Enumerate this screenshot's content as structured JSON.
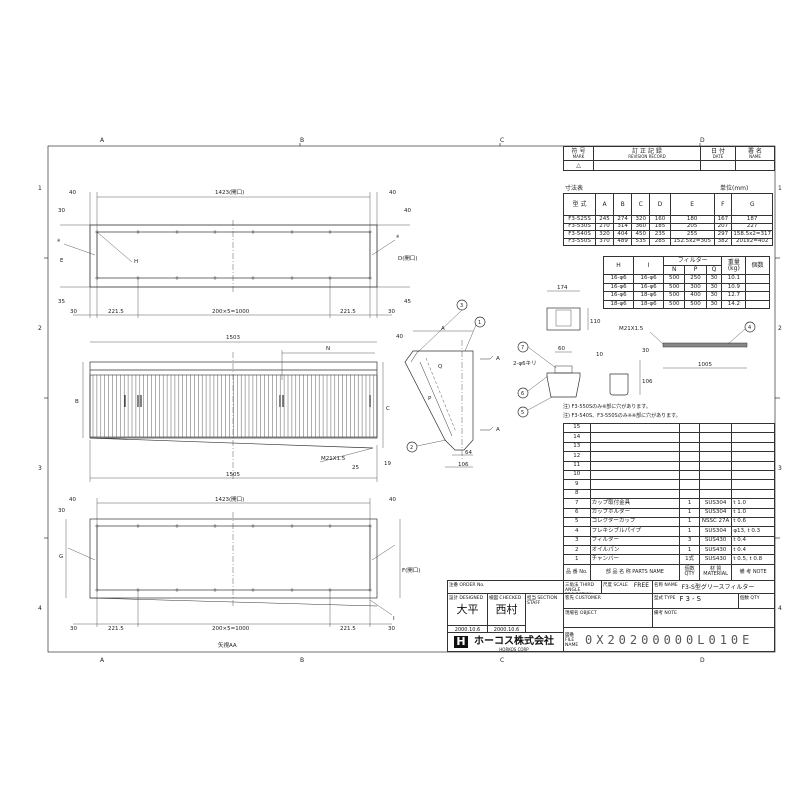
{
  "border": {
    "cols": [
      "A",
      "B",
      "C",
      "D"
    ],
    "rows": [
      "1",
      "2",
      "3",
      "4"
    ]
  },
  "revision": {
    "mark": "符 号",
    "mark_en": "MARK",
    "record": "訂 正 記 録",
    "record_en": "REVISION RECORD",
    "date": "日 付",
    "date_en": "DATE",
    "name": "署 名",
    "name_en": "NAME"
  },
  "dim_table": {
    "title": "寸法表",
    "unit": "単位(mm)",
    "headers": [
      "型 式",
      "A",
      "B",
      "C",
      "D",
      "E",
      "F",
      "G"
    ],
    "rows": [
      [
        "F3-525S",
        "245",
        "274",
        "320",
        "160",
        "180",
        "167",
        "187"
      ],
      [
        "F3-530S",
        "270",
        "314",
        "360",
        "185",
        "205",
        "207",
        "227"
      ],
      [
        "F3-540S",
        "320",
        "404",
        "450",
        "235",
        "255",
        "297",
        "158.5x2=317"
      ],
      [
        "F3-550S",
        "370",
        "489",
        "535",
        "285",
        "152.5x2=305",
        "382",
        "201x2=402"
      ]
    ]
  },
  "filter_table": {
    "h": "H",
    "i": "I",
    "filter": "フィルター",
    "n": "N",
    "p": "P",
    "q": "Q",
    "weight": "重量",
    "weight_unit": "(kg)",
    "count": "個数",
    "rows": [
      [
        "16-φ6",
        "16-φ6",
        "500",
        "250",
        "30",
        "10.1",
        ""
      ],
      [
        "16-φ6",
        "16-φ6",
        "500",
        "300",
        "30",
        "10.9",
        ""
      ],
      [
        "16-φ6",
        "18-φ6",
        "500",
        "400",
        "30",
        "12.7",
        ""
      ],
      [
        "18-φ6",
        "18-φ6",
        "500",
        "500",
        "30",
        "14.2",
        ""
      ]
    ]
  },
  "notes": [
    "注) F3-550Sのみ※部に穴があります。",
    "注) F3-540S、F3-550Sのみ※※部に穴があります。"
  ],
  "parts": {
    "rows": [
      [
        "15",
        "",
        "",
        "",
        ""
      ],
      [
        "14",
        "",
        "",
        "",
        ""
      ],
      [
        "13",
        "",
        "",
        "",
        ""
      ],
      [
        "12",
        "",
        "",
        "",
        ""
      ],
      [
        "11",
        "",
        "",
        "",
        ""
      ],
      [
        "10",
        "",
        "",
        "",
        ""
      ],
      [
        "9",
        "",
        "",
        "",
        ""
      ],
      [
        "8",
        "",
        "",
        "",
        ""
      ],
      [
        "7",
        "カップ取付金具",
        "1",
        "SUS304",
        "t 1.0"
      ],
      [
        "6",
        "カップホルダー",
        "1",
        "SUS304",
        "t 1.0"
      ],
      [
        "5",
        "コレクターカップ",
        "1",
        "NSSC 27A",
        "t 0.6"
      ],
      [
        "4",
        "フレキシブルパイプ",
        "1",
        "SUS304",
        "φ13, t 0.3"
      ],
      [
        "3",
        "フィルター",
        "3",
        "SUS430",
        "t 0.4"
      ],
      [
        "2",
        "オイルパン",
        "1",
        "SUS430",
        "t 0.4"
      ],
      [
        "1",
        "チャンバー",
        "1式",
        "SUS430",
        "t 0.5, t 0.8"
      ]
    ],
    "header": [
      "品 番 No.",
      "部 品 名 称 PARTS NAME",
      "個数 QTY",
      "材 質 MATERIAL",
      "備 考 NOTE"
    ]
  },
  "title_block": {
    "order": "注番 ORDER No.",
    "designed": "設計 DESIGNED",
    "checked": "検図 CHECKED",
    "staff": "担当 SECTION STAFF",
    "designer": "大平",
    "checker": "西村",
    "designed_date": "2000.10.6",
    "checked_date": "2000.10.6",
    "projection": "三角法 THIRD ANGLE PROJECTION",
    "scale_label": "尺度 SCALE",
    "scale": "FREE",
    "name_label": "名称 NAME",
    "name": "F3-S型グリースフィルター",
    "customer": "客先 CUSTOMER",
    "type_label": "型式 TYPE",
    "type": "F3-S",
    "qty_label": "個数 QTY",
    "object": "現場名 OBJECT",
    "note": "備考 NOTE",
    "file_label": "図番 FILE NAME",
    "file_no": "0X20200000L010E",
    "company": "ホーコス株式会社",
    "company_en": "HORKOS CORP",
    "logo": "H"
  },
  "views": {
    "top": {
      "width": "1423(開口)",
      "d40l": "40",
      "d40r": "40",
      "d30": "30",
      "e": "E",
      "d35": "35",
      "r40": "40",
      "d": "D(開口)",
      "r45": "45",
      "b30l": "30",
      "b221l": "221.5",
      "pitch": "200×5=1000",
      "b221r": "221.5",
      "b30r": "30",
      "h": "H",
      "mark": "※"
    },
    "front": {
      "w1503": "1503",
      "n": "N",
      "b": "B",
      "c": "C",
      "m21": "M21X1.5",
      "d25": "25",
      "d19": "19",
      "w1505": "1505"
    },
    "side": {
      "a": "A",
      "d40": "40",
      "q": "Q",
      "p": "P",
      "d64": "64",
      "d106": "106",
      "sec": "A"
    },
    "bottom": {
      "width": "1423(開口)",
      "d40l": "40",
      "d40r": "40",
      "d30": "30",
      "g": "G",
      "f": "F(開口)",
      "i": "I",
      "b30l": "30",
      "b221l": "221.5",
      "pitch": "200×5=1000",
      "b221r": "221.5",
      "b30r": "30",
      "caption": "矢視AA"
    },
    "cup": {
      "d174": "174",
      "d110": "110",
      "d60": "60",
      "hole": "2-φ6キリ",
      "d10": "10",
      "d30": "30",
      "d106": "106"
    },
    "pipe": {
      "thread": "M21X1.5",
      "length": "1005"
    },
    "balloons": [
      "1",
      "2",
      "3",
      "4",
      "5",
      "6",
      "7"
    ]
  }
}
